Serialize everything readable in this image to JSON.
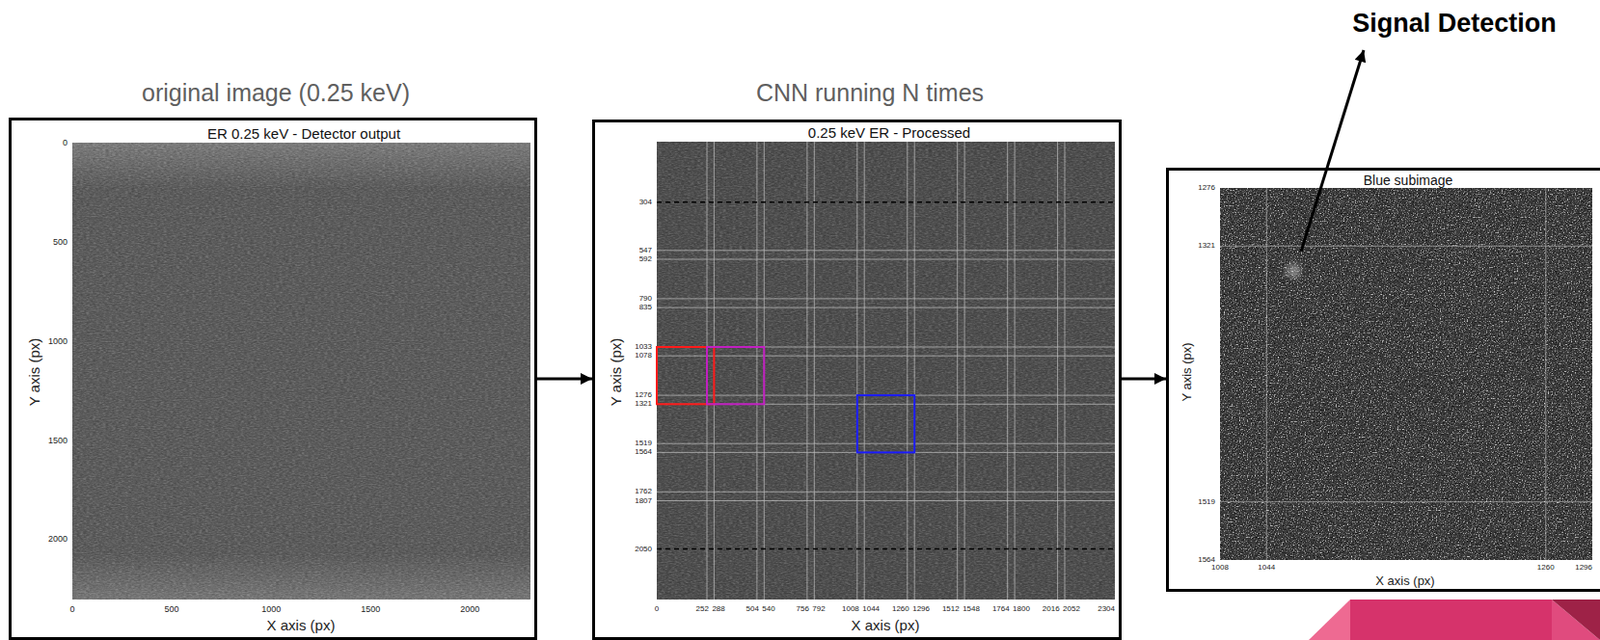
{
  "diagram": {
    "nodes": [
      {
        "text": [
          "original image (0.25 keV)",
          "ER 0.25 keV - Detector output"
        ]
      },
      {
        "text": [
          "CNN running N times",
          "0.25 keV ER - Processed"
        ]
      },
      {
        "text": [
          "Blue subimage"
        ]
      }
    ],
    "edges": [
      {
        "from": 0,
        "to": 1,
        "arrow": "to"
      },
      {
        "from": 1,
        "to": 2,
        "arrow": "to"
      }
    ],
    "labels": [
      "0",
      "500",
      "1000",
      "1500",
      "2000",
      "0",
      "500",
      "1000",
      "1500",
      "2000",
      "X axis (px)",
      "Y axis (px)",
      "304",
      "547",
      "592",
      "790",
      "835",
      "1033",
      "1078",
      "1276",
      "1321",
      "1519",
      "1564",
      "1762",
      "1807",
      "2050",
      "0",
      "252",
      "288",
      "504",
      "540",
      "756",
      "792",
      "1008",
      "1044",
      "1260",
      "1296",
      "1512",
      "1548",
      "1764",
      "1800",
      "2016",
      "2052",
      "2304",
      "X axis (px)",
      "Y axis (px)",
      "1276",
      "1321",
      "1519",
      "1564",
      "1008",
      "1044",
      "1260",
      "1296",
      "X axis (px)",
      "Y axis (px)",
      "Signal Detection"
    ]
  }
}
